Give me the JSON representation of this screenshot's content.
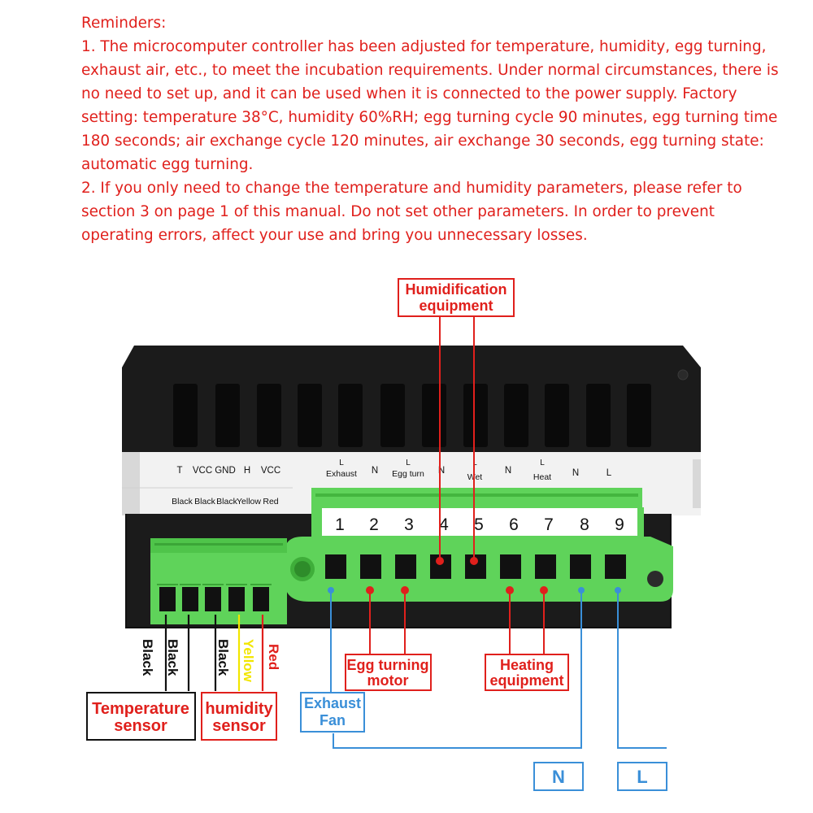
{
  "reminders": {
    "heading": "Reminders:",
    "item1": "1. The microcomputer controller has been adjusted for temperature, humidity, egg turning, exhaust air, etc., to meet the incubation requirements. Under normal circumstances, there is no need to set up, and it can be used when it is connected to the power supply. Factory setting: temperature 38°C, humidity 60%RH; egg turning cycle 90 minutes, egg turning time 180 seconds; air exchange cycle 120 minutes, air exchange 30 seconds, egg turning state: automatic egg turning.",
    "item2": "2. If you only need to change the temperature and humidity parameters, please refer to section 3 on page 1 of this manual. Do not set other parameters. In order to prevent operating errors, affect your use and bring you unnecessary losses."
  },
  "sensor_strip": {
    "pins": [
      "T",
      "VCC",
      "GND",
      "H",
      "VCC"
    ],
    "colors": [
      "Black",
      "Black",
      "Black",
      "Yellow",
      "Red"
    ]
  },
  "power_strip": {
    "pins": [
      {
        "top": "L",
        "bottom": "Exhaust"
      },
      {
        "top": "",
        "bottom": "N"
      },
      {
        "top": "L",
        "bottom": "Egg turn"
      },
      {
        "top": "",
        "bottom": "N"
      },
      {
        "top": "L",
        "bottom": "Wet"
      },
      {
        "top": "",
        "bottom": "N"
      },
      {
        "top": "L",
        "bottom": "Heat"
      },
      {
        "top": "",
        "bottom": "N"
      },
      {
        "top": "",
        "bottom": "L"
      }
    ],
    "numbers": [
      "1",
      "2",
      "3",
      "4",
      "5",
      "6",
      "7",
      "8",
      "9"
    ]
  },
  "wire_labels": [
    "Black",
    "Black",
    "Black",
    "Yellow",
    "Red"
  ],
  "callouts": {
    "humidification": [
      "Humidification",
      "equipment"
    ],
    "egg_turning": [
      "Egg turning",
      "motor"
    ],
    "heating": [
      "Heating",
      "equipment"
    ],
    "exhaust": [
      "Exhaust",
      "Fan"
    ],
    "temp_sensor": [
      "Temperature",
      "sensor"
    ],
    "humidity_sensor": [
      "humidity",
      "sensor"
    ],
    "neutral": "N",
    "line": "L"
  },
  "colors": {
    "red": "#e0201c",
    "blue": "#3a8fd8",
    "green": "#5fd35a",
    "yellow": "#f2e600",
    "device": "#1b1b1b"
  }
}
